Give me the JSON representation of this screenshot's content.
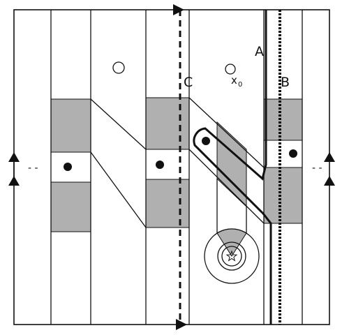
{
  "colors": {
    "line": "#111111",
    "shade": "#b0b0b0",
    "background": "#ffffff"
  },
  "labels": {
    "curve_a": "A",
    "curve_b": "B",
    "curve_c": "C",
    "point_x0": "x",
    "point_x0_subscript": "0",
    "left_ellipsis": "- -",
    "right_ellipsis": "- -"
  },
  "icons": {
    "center_marker": "star-icon",
    "marked_point": "filled-dot",
    "open_point": "open-circle",
    "direction": "arrowhead"
  }
}
